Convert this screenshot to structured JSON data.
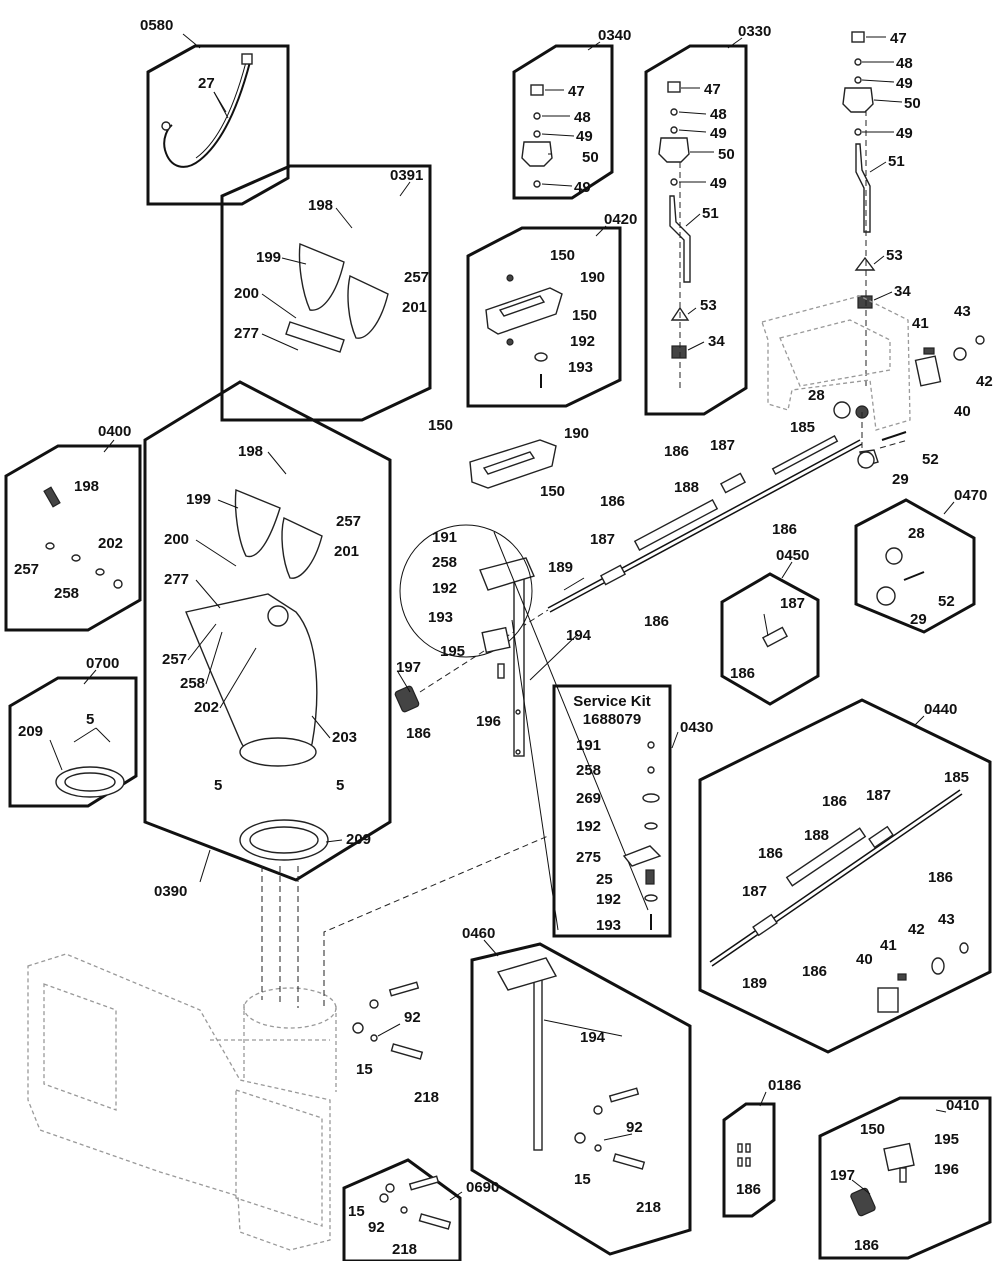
{
  "kit": {
    "title": "Service Kit",
    "number": "1688079"
  },
  "groups": [
    {
      "id": "g0580",
      "label": "0580"
    },
    {
      "id": "g0340",
      "label": "0340"
    },
    {
      "id": "g0330",
      "label": "0330"
    },
    {
      "id": "g0391",
      "label": "0391"
    },
    {
      "id": "g0420",
      "label": "0420"
    },
    {
      "id": "g0400",
      "label": "0400"
    },
    {
      "id": "g0390",
      "label": "0390"
    },
    {
      "id": "g0470",
      "label": "0470"
    },
    {
      "id": "g0450",
      "label": "0450"
    },
    {
      "id": "g0700",
      "label": "0700"
    },
    {
      "id": "g0430",
      "label": "0430"
    },
    {
      "id": "g0440",
      "label": "0440"
    },
    {
      "id": "g0460",
      "label": "0460"
    },
    {
      "id": "g0186",
      "label": "0186"
    },
    {
      "id": "g0410",
      "label": "0410"
    },
    {
      "id": "g0690",
      "label": "0690"
    }
  ],
  "callouts": [
    "27",
    "47",
    "48",
    "49",
    "50",
    "49",
    "47",
    "48",
    "49",
    "50",
    "49",
    "51",
    "53",
    "34",
    "47",
    "48",
    "49",
    "50",
    "49",
    "51",
    "53",
    "34",
    "43",
    "41",
    "42",
    "40",
    "28",
    "52",
    "29",
    "185",
    "187",
    "186",
    "188",
    "186",
    "187",
    "186",
    "189",
    "186",
    "198",
    "199",
    "257",
    "200",
    "201",
    "277",
    "150",
    "190",
    "150",
    "192",
    "193",
    "150",
    "190",
    "150",
    "191",
    "258",
    "192",
    "193",
    "195",
    "196",
    "197",
    "186",
    "194",
    "198",
    "202",
    "257",
    "258",
    "198",
    "199",
    "257",
    "200",
    "201",
    "277",
    "257",
    "258",
    "202",
    "203",
    "5",
    "5",
    "209",
    "28",
    "52",
    "29",
    "187",
    "186",
    "5",
    "209",
    "191",
    "258",
    "269",
    "192",
    "275",
    "25",
    "192",
    "193",
    "185",
    "186",
    "187",
    "188",
    "186",
    "186",
    "187",
    "186",
    "189",
    "42",
    "43",
    "41",
    "40",
    "194",
    "92",
    "15",
    "218",
    "186",
    "150",
    "195",
    "196",
    "197",
    "186",
    "15",
    "92",
    "218",
    "92",
    "15",
    "218"
  ]
}
